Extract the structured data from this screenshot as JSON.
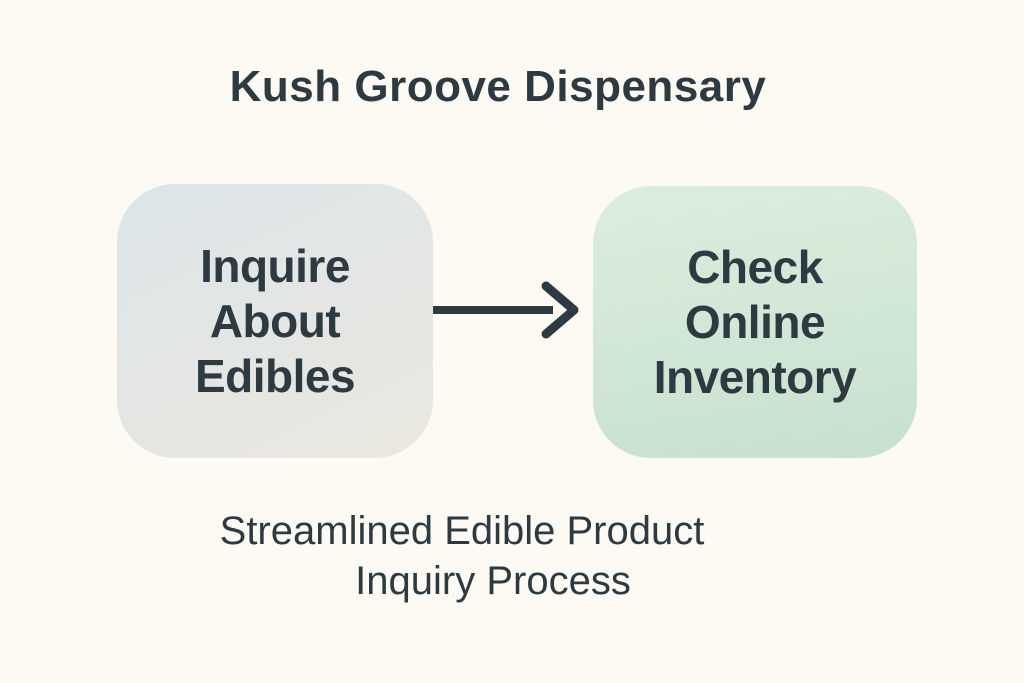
{
  "page": {
    "background_color": "#fcfaf3",
    "text_color": "#2d3a42"
  },
  "title": "Kush Groove Dispensary",
  "diagram": {
    "nodes": [
      {
        "id": "inquire-about-edibles",
        "label": "Inquire\nAbout\nEdibles",
        "gradient_start": "#dde5e9",
        "gradient_end": "#eae8e0"
      },
      {
        "id": "check-online-inventory",
        "label": "Check\nOnline\nInventory",
        "gradient_start": "#dcedde",
        "gradient_end": "#c6e1ce"
      }
    ],
    "connector": {
      "type": "arrow-right",
      "color": "#2d3a42"
    }
  },
  "caption": {
    "line1": "Streamlined Edible Product",
    "line2": "Inquiry Process"
  }
}
